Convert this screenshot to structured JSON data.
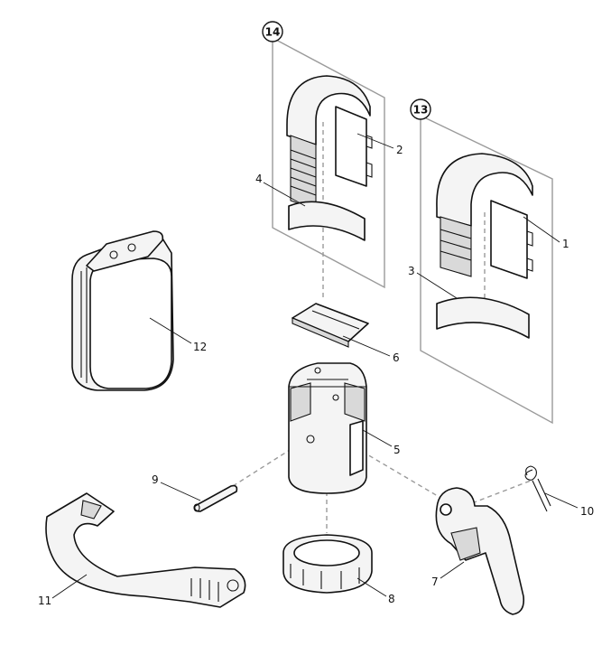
{
  "diagram": {
    "groups": [
      {
        "id": "group-14",
        "label": "14"
      },
      {
        "id": "group-13",
        "label": "13"
      }
    ],
    "parts": [
      {
        "id": "part-1",
        "label": "1"
      },
      {
        "id": "part-2",
        "label": "2"
      },
      {
        "id": "part-3",
        "label": "3"
      },
      {
        "id": "part-4",
        "label": "4"
      },
      {
        "id": "part-5",
        "label": "5"
      },
      {
        "id": "part-6",
        "label": "6"
      },
      {
        "id": "part-7",
        "label": "7"
      },
      {
        "id": "part-8",
        "label": "8"
      },
      {
        "id": "part-9",
        "label": "9"
      },
      {
        "id": "part-10",
        "label": "10"
      },
      {
        "id": "part-11",
        "label": "11"
      },
      {
        "id": "part-12",
        "label": "12"
      }
    ]
  }
}
